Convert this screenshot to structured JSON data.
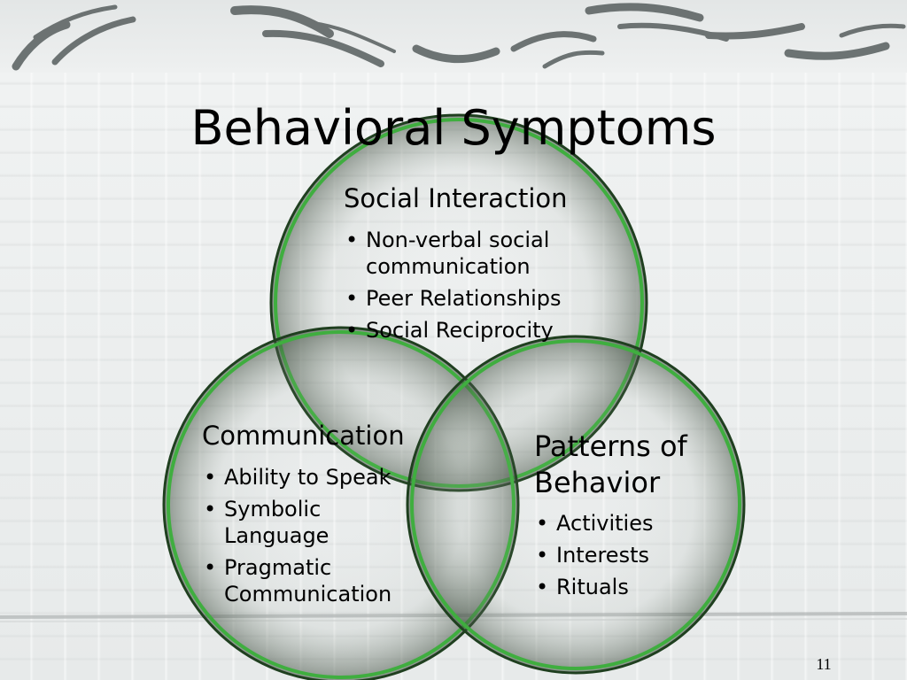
{
  "slide": {
    "title": "Behavioral Symptoms",
    "page_number": "11"
  },
  "diagram": {
    "type": "venn",
    "colors": {
      "ring": "#3fae3f",
      "ring_dark": "#1f3f1f",
      "fill": "#5d6b5d"
    },
    "circles": [
      {
        "heading": "Social Interaction",
        "items": [
          "Non-verbal social communication",
          "Peer Relationships",
          "Social Reciprocity"
        ]
      },
      {
        "heading": "Communication",
        "items": [
          "Ability to Speak",
          "Symbolic Language",
          "Pragmatic Communication"
        ]
      },
      {
        "heading": "Patterns of Behavior",
        "items": [
          "Activities",
          "Interests",
          "Rituals"
        ]
      }
    ]
  }
}
